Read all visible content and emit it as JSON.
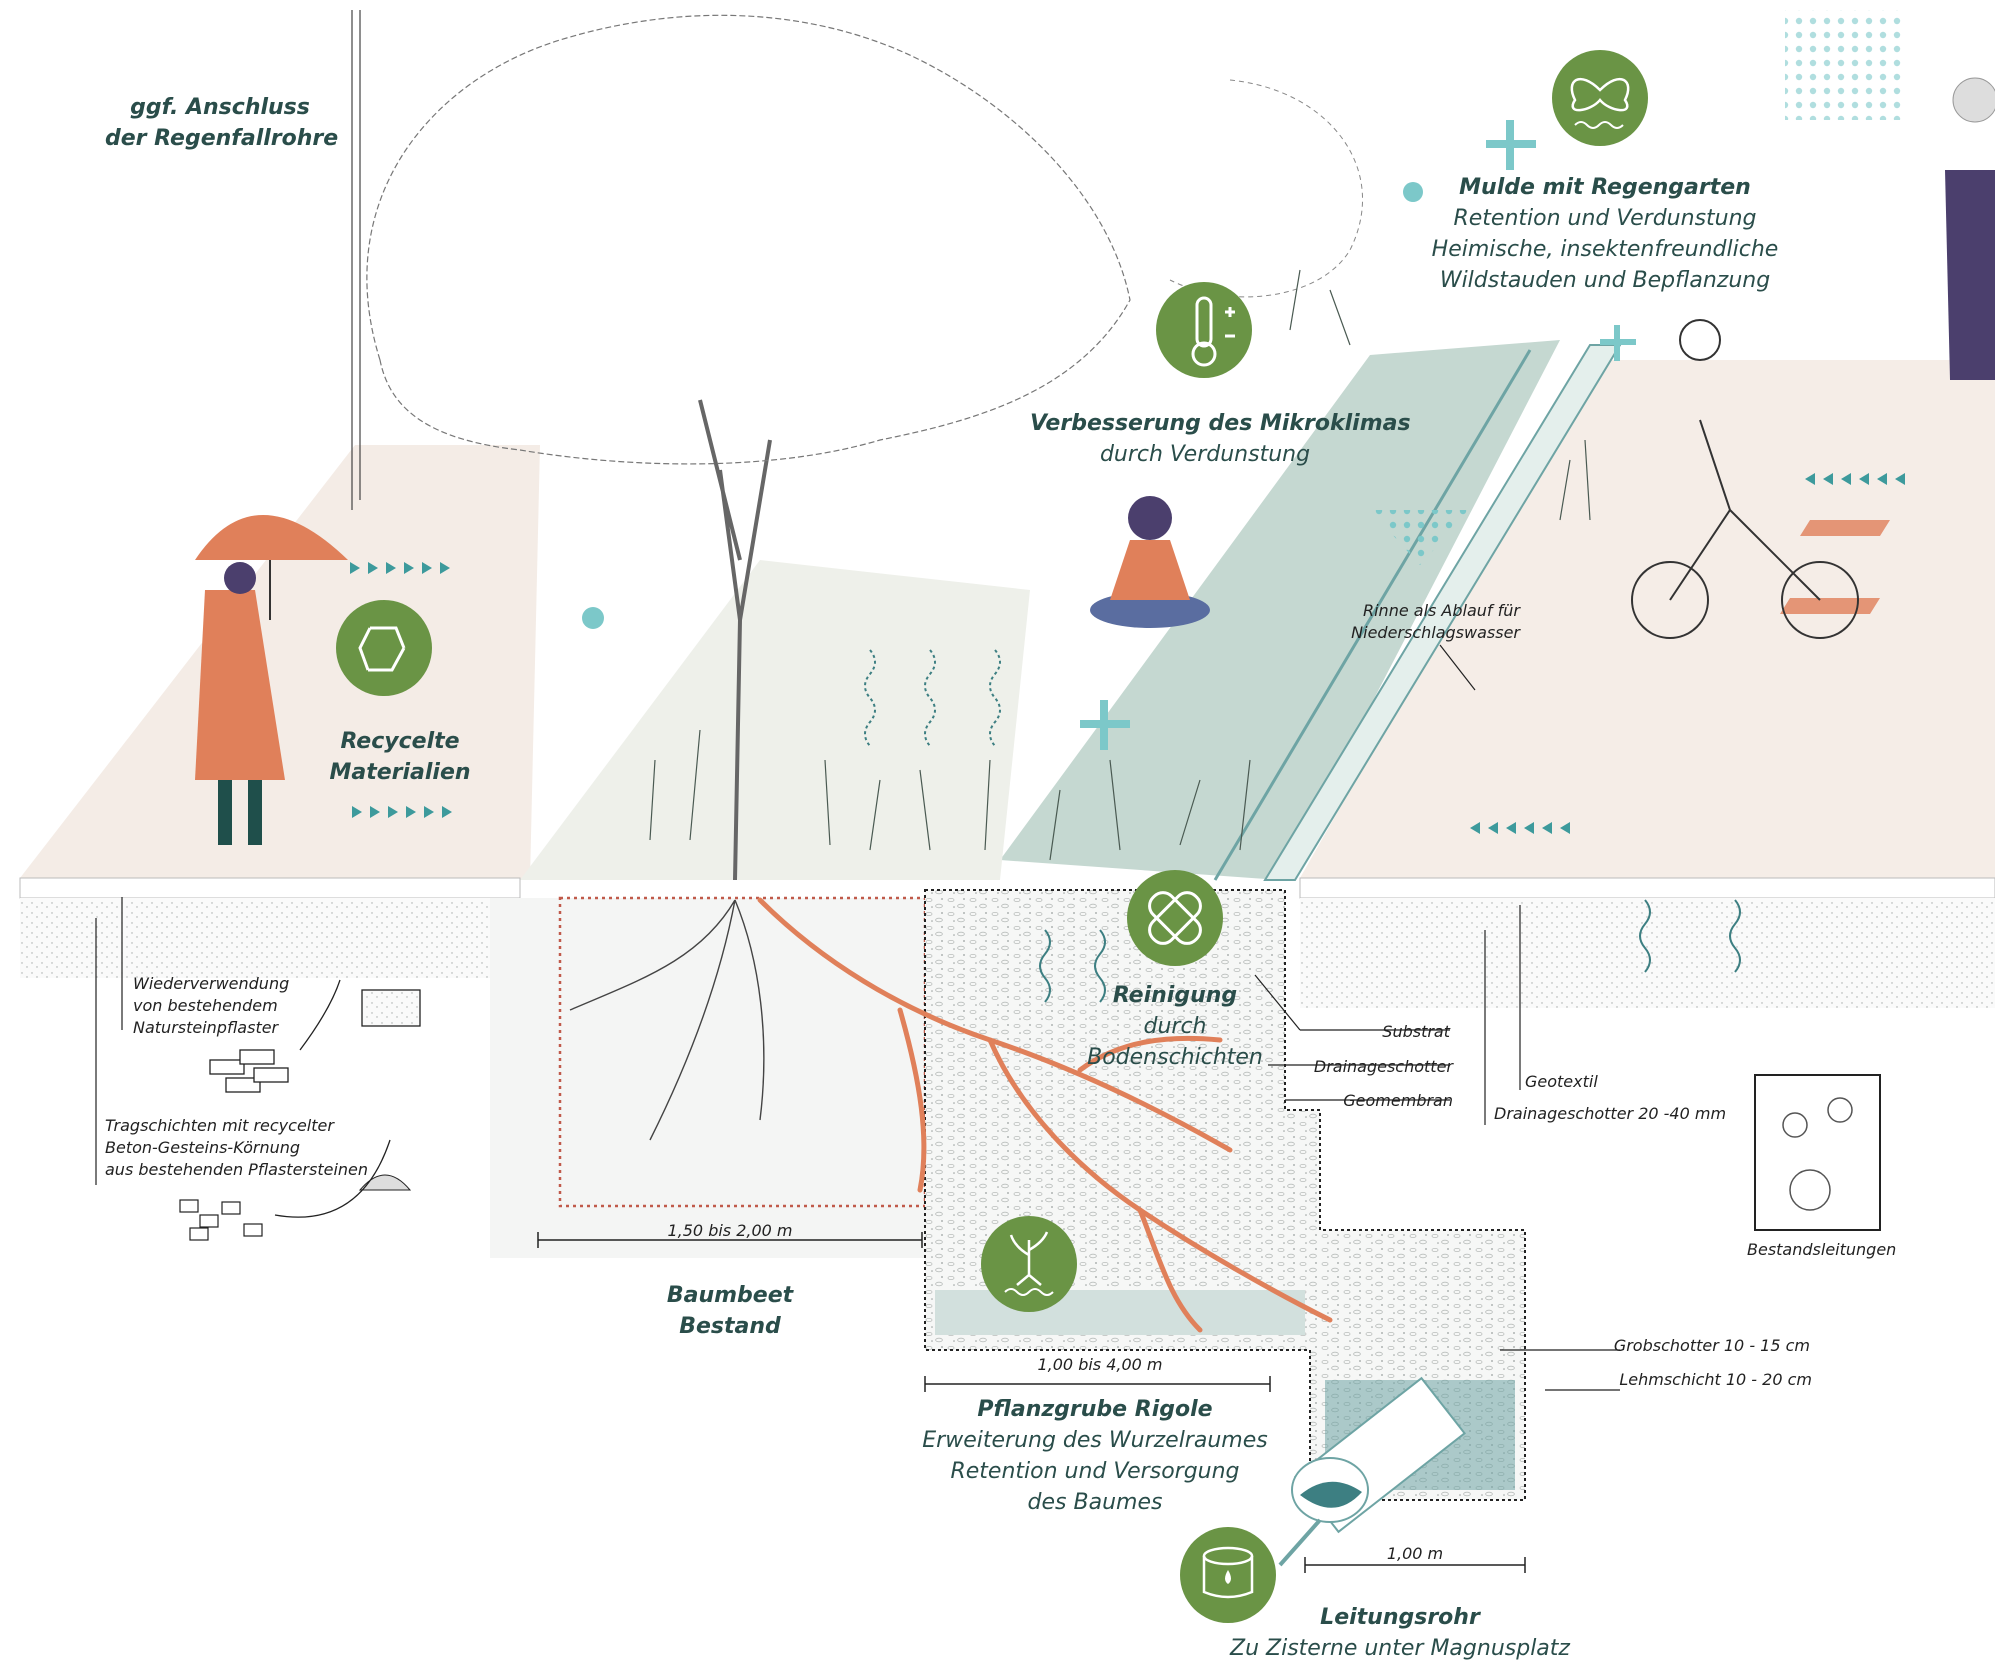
{
  "colors": {
    "green_icon": "#6a9445",
    "teal_accent": "#7cc8c9",
    "orange_roots": "#e0805a",
    "paving_beige": "#f4ece6",
    "swale_green": "#c5d8d1",
    "dark_teal_text": "#2a4d4a",
    "gravel_grey": "#eef0ee",
    "water_teal": "#6ea4a4"
  },
  "icons": [
    "recycle-icon",
    "thermometer-icon",
    "butterfly-icon",
    "bandage-icon",
    "plant-roots-icon",
    "water-tank-icon"
  ],
  "labels": {
    "anschluss": [
      "ggf. Anschluss",
      "der Regenfallrohre"
    ],
    "mulde": {
      "title": "Mulde mit Regengarten",
      "lines": [
        "Retention und Verdunstung",
        "Heimische, insektenfreundliche",
        "Wildstauden und Bepflanzung"
      ]
    },
    "mikroklima": {
      "title": "Verbesserung des Mikroklimas",
      "sub": "durch Verdunstung"
    },
    "recycelt": [
      "Recycelte",
      "Materialien"
    ],
    "rinne": [
      "Rinne als Ablauf für",
      "Niederschlagswasser"
    ],
    "wiederverwendung": [
      "Wiederverwendung",
      "von bestehendem",
      "Natursteinpflaster"
    ],
    "tragschichten": [
      "Tragschichten mit recycelter",
      "Beton-Gesteins-Körnung",
      "aus bestehenden Pflastersteinen"
    ],
    "reinigung": {
      "title": "Reinigung",
      "lines": [
        "durch",
        "Bodenschichten"
      ]
    },
    "substrat": "Substrat",
    "drainageschotter": "Drainageschotter",
    "geomembran": "Geomembran",
    "geotextil": "Geotextil",
    "drainageschotter2040": "Drainageschotter 20 -40 mm",
    "bestandsleitungen": "Bestandsleitungen",
    "dim_baumbeet": "1,50 bis 2,00 m",
    "baumbeet": [
      "Baumbeet",
      "Bestand"
    ],
    "dim_rigole": "1,00 bis 4,00 m",
    "pflanzgrube": {
      "title": "Pflanzgrube Rigole",
      "lines": [
        "Erweiterung des Wurzelraumes",
        "Retention und Versorgung",
        "des Baumes"
      ]
    },
    "grobschotter": "Grobschotter 10 - 15 cm",
    "lehmschicht": "Lehmschicht 10 - 20 cm",
    "dim_rohr": "1,00 m",
    "leitungsrohr": {
      "title": "Leitungsrohr",
      "sub": "Zu Zisterne unter Magnusplatz"
    }
  }
}
